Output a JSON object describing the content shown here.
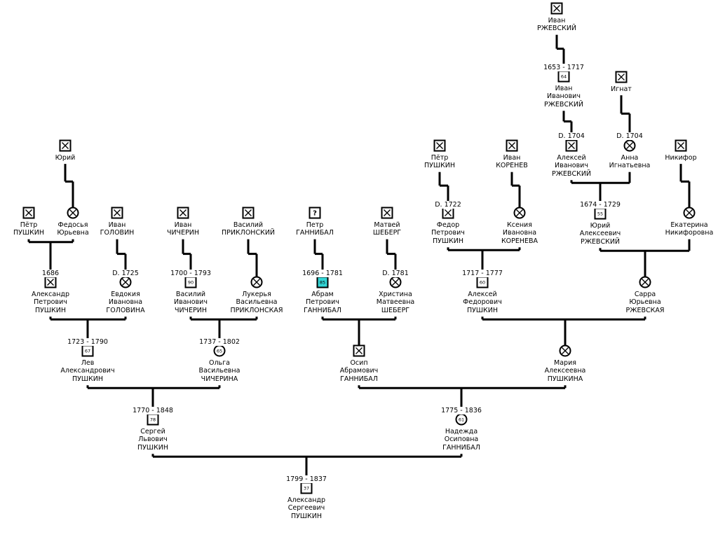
{
  "persons": [
    {
      "id": "ivan_rzh_sr",
      "lines": [
        "Иван",
        "РЖЕВСКИЙ"
      ],
      "sex": "m"
    },
    {
      "id": "ivan_rzh",
      "lines": [
        "Иван",
        "Иванович",
        "РЖЕВСКИЙ"
      ],
      "sex": "m",
      "age": "64",
      "dates": "1653 - 1717"
    },
    {
      "id": "ignat",
      "lines": [
        "Игнат"
      ],
      "sex": "m"
    },
    {
      "id": "aleksey_rzh",
      "lines": [
        "Алексей",
        "Иванович",
        "РЖЕВСКИЙ"
      ],
      "sex": "m",
      "dates": "D. 1704"
    },
    {
      "id": "anna",
      "lines": [
        "Анна",
        "Игнатьевна"
      ],
      "sex": "f",
      "dates": "D. 1704"
    },
    {
      "id": "nikifor",
      "lines": [
        "Никифор"
      ],
      "sex": "m"
    },
    {
      "id": "yuriy_rzh",
      "lines": [
        "Юрий",
        "Алексеевич",
        "РЖЕВСКИЙ"
      ],
      "sex": "m",
      "age": "55",
      "dates": "1674 - 1729"
    },
    {
      "id": "ekaterina",
      "lines": [
        "Екатерина",
        "Никифоровна"
      ],
      "sex": "f"
    },
    {
      "id": "petr_push2",
      "lines": [
        "Пётр",
        "ПУШКИН"
      ],
      "sex": "m"
    },
    {
      "id": "ivan_kor",
      "lines": [
        "Иван",
        "КОРЕНЕВ"
      ],
      "sex": "m"
    },
    {
      "id": "fedor_push",
      "lines": [
        "Федор",
        "Петрович",
        "ПУШКИН"
      ],
      "sex": "m",
      "dates": "D. 1722"
    },
    {
      "id": "kseniya",
      "lines": [
        "Ксения",
        "Ивановна",
        "КОРЕНЕВА"
      ],
      "sex": "f"
    },
    {
      "id": "aleksey_push",
      "lines": [
        "Алексей",
        "Федорович",
        "ПУШКИН"
      ],
      "sex": "m",
      "age": "60",
      "dates": "1717 - 1777"
    },
    {
      "id": "sarra",
      "lines": [
        "Сарра",
        "Юрьевна",
        "РЖЕВСКАЯ"
      ],
      "sex": "f"
    },
    {
      "id": "yuriy1",
      "lines": [
        "Юрий"
      ],
      "sex": "m"
    },
    {
      "id": "petr_push1",
      "lines": [
        "Пётр",
        "ПУШКИН"
      ],
      "sex": "m"
    },
    {
      "id": "fedosya",
      "lines": [
        "Федосья",
        "Юрьевна"
      ],
      "sex": "f"
    },
    {
      "id": "ivan_gol",
      "lines": [
        "Иван",
        "ГОЛОВИН"
      ],
      "sex": "m"
    },
    {
      "id": "aleksandr_p",
      "lines": [
        "Александр",
        "Петрович",
        "ПУШКИН"
      ],
      "sex": "m",
      "dates": "1686"
    },
    {
      "id": "evdokiya",
      "lines": [
        "Евдокия",
        "Ивановна",
        "ГОЛОВИНА"
      ],
      "sex": "f",
      "dates": "D. 1725"
    },
    {
      "id": "lev",
      "lines": [
        "Лев",
        "Александрович",
        "ПУШКИН"
      ],
      "sex": "m",
      "age": "67",
      "dates": "1723 - 1790"
    },
    {
      "id": "ivan_chi",
      "lines": [
        "Иван",
        "ЧИЧЕРИН"
      ],
      "sex": "m"
    },
    {
      "id": "vasiliy_pri",
      "lines": [
        "Василий",
        "ПРИКЛОНСКИЙ"
      ],
      "sex": "m"
    },
    {
      "id": "vasiliy_chi",
      "lines": [
        "Василий",
        "Иванович",
        "ЧИЧЕРИН"
      ],
      "sex": "m",
      "age": "90",
      "dates": "1700 - 1793"
    },
    {
      "id": "lukerya",
      "lines": [
        "Лукерья",
        "Васильевна",
        "ПРИКЛОНСКАЯ"
      ],
      "sex": "f"
    },
    {
      "id": "olga",
      "lines": [
        "Ольга",
        "Васильевна",
        "ЧИЧЕРИНА"
      ],
      "sex": "f",
      "age": "65",
      "dates": "1737 - 1802"
    },
    {
      "id": "petr_gan",
      "lines": [
        "Петр",
        "ГАННИБАЛ"
      ],
      "sex": "m",
      "unknown": true
    },
    {
      "id": "matvey",
      "lines": [
        "Матвей",
        "ШЕБЕРГ"
      ],
      "sex": "m"
    },
    {
      "id": "abram",
      "lines": [
        "Абрам",
        "Петрович",
        "ГАННИБАЛ"
      ],
      "sex": "m",
      "age": "85",
      "dates": "1696 - 1781",
      "highlight": true
    },
    {
      "id": "khristina",
      "lines": [
        "Христина",
        "Матвеевна",
        "ШЕБЕРГ"
      ],
      "sex": "f",
      "dates": "D. 1781"
    },
    {
      "id": "osip",
      "lines": [
        "Осип",
        "Абрамович",
        "ГАННИБАЛ"
      ],
      "sex": "m"
    },
    {
      "id": "mariya",
      "lines": [
        "Мария",
        "Алексеевна",
        "ПУШКИНА"
      ],
      "sex": "f"
    },
    {
      "id": "sergey",
      "lines": [
        "Сергей",
        "Львович",
        "ПУШКИН"
      ],
      "sex": "m",
      "age": "78",
      "dates": "1770 - 1848"
    },
    {
      "id": "nadezhda",
      "lines": [
        "Надежда",
        "Осиповна",
        "ГАННИБАЛ"
      ],
      "sex": "f",
      "age": "61",
      "dates": "1775 - 1836"
    },
    {
      "id": "aleksandr_s",
      "lines": [
        "Александр",
        "Сергеевич",
        "ПУШКИН"
      ],
      "sex": "m",
      "age": "37",
      "dates": "1799 - 1837"
    }
  ],
  "relations": [
    {
      "parents": [
        "ivan_rzh_sr"
      ],
      "child": "ivan_rzh"
    },
    {
      "parents": [
        "ivan_rzh"
      ],
      "child": "aleksey_rzh"
    },
    {
      "parents": [
        "ignat"
      ],
      "child": "anna"
    },
    {
      "parents": [
        "aleksey_rzh",
        "anna"
      ],
      "child": "yuriy_rzh"
    },
    {
      "parents": [
        "nikifor"
      ],
      "child": "ekaterina"
    },
    {
      "parents": [
        "yuriy_rzh",
        "ekaterina"
      ],
      "child": "sarra"
    },
    {
      "parents": [
        "petr_push2"
      ],
      "child": "fedor_push"
    },
    {
      "parents": [
        "ivan_kor"
      ],
      "child": "kseniya"
    },
    {
      "parents": [
        "fedor_push",
        "kseniya"
      ],
      "child": "aleksey_push"
    },
    {
      "parents": [
        "aleksey_push",
        "sarra"
      ],
      "child": "mariya"
    },
    {
      "parents": [
        "yuriy1"
      ],
      "child": "fedosya"
    },
    {
      "parents": [
        "petr_push1",
        "fedosya"
      ],
      "child": "aleksandr_p"
    },
    {
      "parents": [
        "ivan_gol"
      ],
      "child": "evdokiya"
    },
    {
      "parents": [
        "aleksandr_p",
        "evdokiya"
      ],
      "child": "lev"
    },
    {
      "parents": [
        "ivan_chi"
      ],
      "child": "vasiliy_chi"
    },
    {
      "parents": [
        "vasiliy_pri"
      ],
      "child": "lukerya"
    },
    {
      "parents": [
        "vasiliy_chi",
        "lukerya"
      ],
      "child": "olga"
    },
    {
      "parents": [
        "petr_gan"
      ],
      "child": "abram"
    },
    {
      "parents": [
        "matvey"
      ],
      "child": "khristina"
    },
    {
      "parents": [
        "abram",
        "khristina"
      ],
      "child": "osip"
    },
    {
      "parents": [
        "lev",
        "olga"
      ],
      "child": "sergey"
    },
    {
      "parents": [
        "osip",
        "mariya"
      ],
      "child": "nadezhda"
    },
    {
      "parents": [
        "sergey",
        "nadezhda"
      ],
      "child": "aleksandr_s"
    }
  ],
  "colors": {
    "line": "#000000",
    "highlight": "#33d6d6",
    "background": "#ffffff"
  }
}
